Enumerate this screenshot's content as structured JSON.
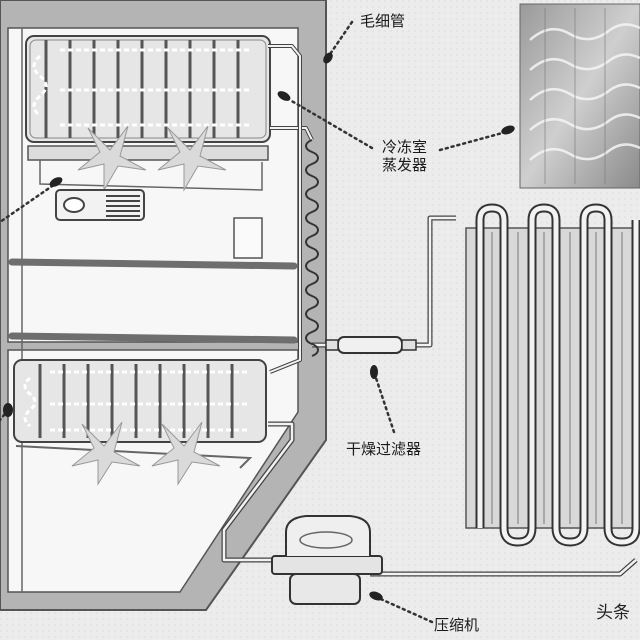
{
  "labels": {
    "capillary": "毛细管",
    "evaporator_line1": "冷冻室",
    "evaporator_line2": "蒸发器",
    "filter_drier": "干燥过滤器",
    "compressor": "压缩机"
  },
  "watermark": "头条",
  "colors": {
    "background": "#ececec",
    "cabinet": "#b4b4b4",
    "cavity": "#f7f7f7",
    "tube_fill": "#eeeeee",
    "tube_stroke": "#444444",
    "shelf": "#6e6e6e",
    "dotted_leader": "#333333"
  }
}
